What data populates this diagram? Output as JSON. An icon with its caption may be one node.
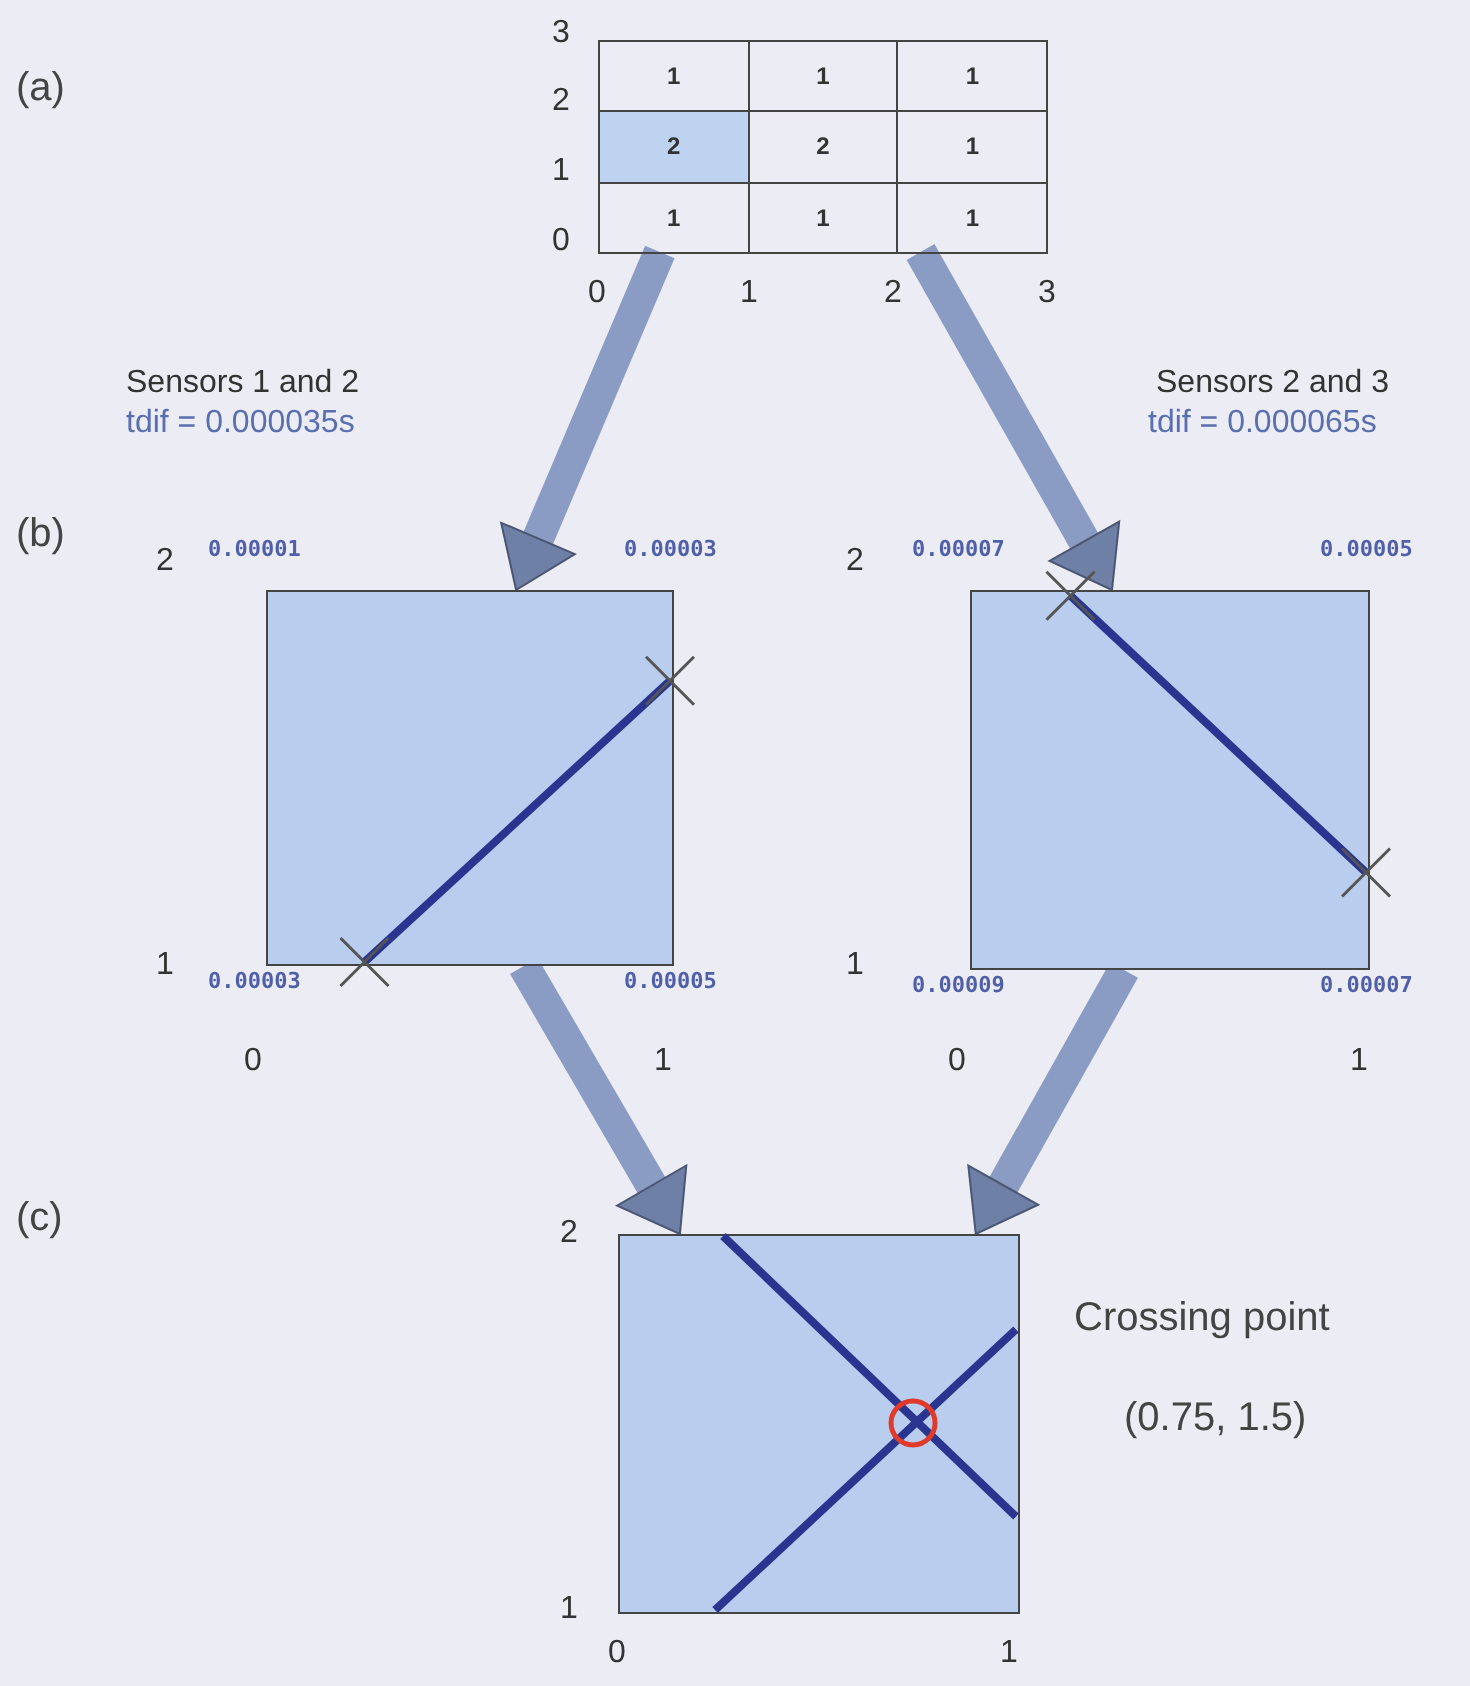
{
  "diagram": {
    "nodes": [
      {
        "text": [
          "1",
          "1",
          "1",
          "2",
          "2",
          "1",
          "1",
          "1",
          "1"
        ],
        "beside": [
          "3",
          "2",
          "1",
          "0",
          "0",
          "1",
          "2",
          "3"
        ]
      },
      {
        "text": [],
        "shape": "box",
        "beside": [
          "Sensors 1 and 2",
          "tdif = 0.000035s",
          "0.00001",
          "0.00003",
          "0.00003",
          "0.00005",
          "2",
          "1",
          "0",
          "1"
        ]
      },
      {
        "text": [],
        "shape": "box",
        "beside": [
          "Sensors 2 and 3",
          "tdif = 0.000065s",
          "0.00007",
          "0.00005",
          "0.00009",
          "0.00007",
          "2",
          "1",
          "0",
          "1"
        ]
      },
      {
        "text": [],
        "shape": "box",
        "beside": [
          "Crossing point",
          "(0.75, 1.5)",
          "2",
          "1",
          "0",
          "1"
        ]
      }
    ],
    "edges": [
      {
        "from": 0,
        "to": 1,
        "arrow": "to",
        "style": "thick"
      },
      {
        "from": 0,
        "to": 2,
        "arrow": "to",
        "style": "thick"
      },
      {
        "from": 1,
        "to": 3,
        "arrow": "to",
        "style": "thick"
      },
      {
        "from": 2,
        "to": 3,
        "arrow": "to",
        "style": "thick"
      }
    ],
    "labels": [
      "(a)",
      "(b)",
      "(c)"
    ]
  }
}
